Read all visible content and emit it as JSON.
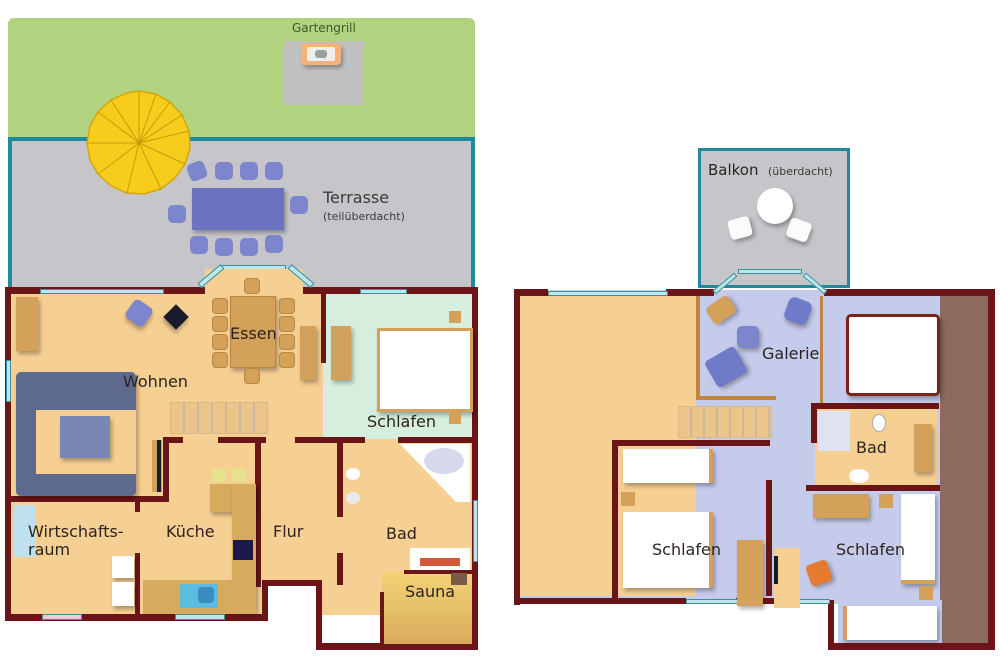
{
  "floor_ground": {
    "garden": {
      "label": "Gartengrill",
      "color": "#b1d37f"
    },
    "terrace": {
      "label": "Terrasse",
      "sublabel": "(teilüberdacht)",
      "color": "#c6c6ca"
    },
    "rooms": {
      "essen": "Essen",
      "wohnen": "Wohnen",
      "schlafen": "Schlafen",
      "wirtschaft_line1": "Wirtschafts-",
      "wirtschaft_line2": "raum",
      "kueche": "Küche",
      "flur": "Flur",
      "bad": "Bad",
      "sauna": "Sauna"
    }
  },
  "floor_upper": {
    "balcony": {
      "label": "Balkon",
      "sublabel": "(überdacht)"
    },
    "rooms": {
      "galerie": "Galerie",
      "bad": "Bad",
      "schlafen_left": "Schlafen",
      "schlafen_right": "Schlafen"
    }
  },
  "colors": {
    "wall": "#6b1518",
    "floor": "#f6cf92",
    "bedroom_green": "#d6eedd",
    "upper_floor": "#c5cbea",
    "terrace_border": "#1f8a99",
    "umbrella": "#f6cc1d",
    "roof_slope": "#8c6a5c"
  }
}
